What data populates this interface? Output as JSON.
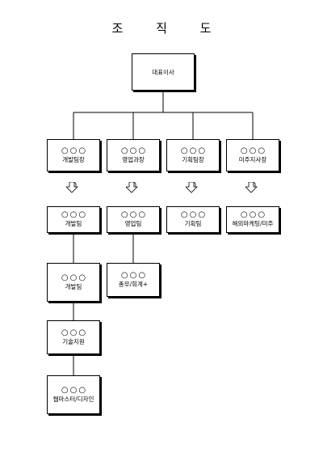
{
  "title": "조 직 도",
  "ceo": {
    "name": "대표이사"
  },
  "placeholder_marks": "○○○",
  "managers": [
    {
      "marks": "○○○",
      "name": "개발팀장"
    },
    {
      "marks": "○○○",
      "name": "영업과장"
    },
    {
      "marks": "○○○",
      "name": "기획팀장"
    },
    {
      "marks": "○○○",
      "name": "미주지사장"
    }
  ],
  "teams": [
    {
      "marks": "○○○",
      "name": "개발팀"
    },
    {
      "marks": "○○○",
      "name": "영업팀"
    },
    {
      "marks": "○○○",
      "name": "기획팀"
    },
    {
      "marks": "○○○",
      "name": "해외마케팅/미주"
    }
  ],
  "dev_chain": [
    {
      "marks": "○○○",
      "name": "개발팀"
    },
    {
      "marks": "○○○",
      "name": "기술지원"
    },
    {
      "marks": "○○○",
      "name": "웹마스터/디자인"
    }
  ],
  "sales_chain": [
    {
      "marks": "○○○",
      "name": "총무/회계+"
    }
  ]
}
